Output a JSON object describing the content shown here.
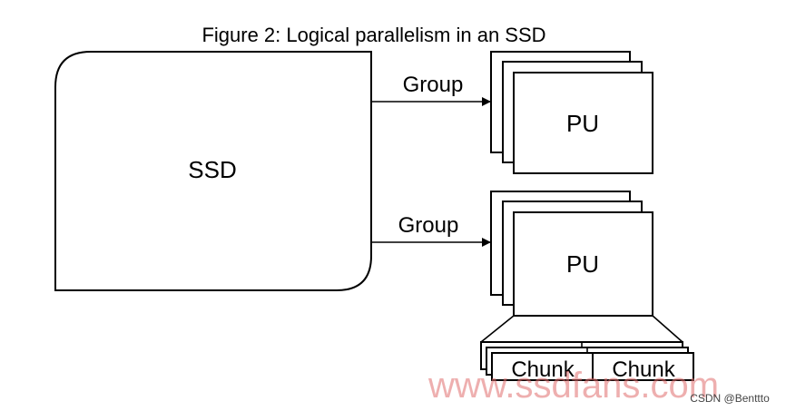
{
  "title": "Figure 2: Logical parallelism in an SSD",
  "ssd_label": "SSD",
  "groups": [
    {
      "arrow_label": "Group",
      "pu_label": "PU"
    },
    {
      "arrow_label": "Group",
      "pu_label": "PU"
    }
  ],
  "chunks": [
    "Chunk",
    "Chunk"
  ],
  "watermark": "www.ssdfans.com",
  "credit": "CSDN @Benttto"
}
